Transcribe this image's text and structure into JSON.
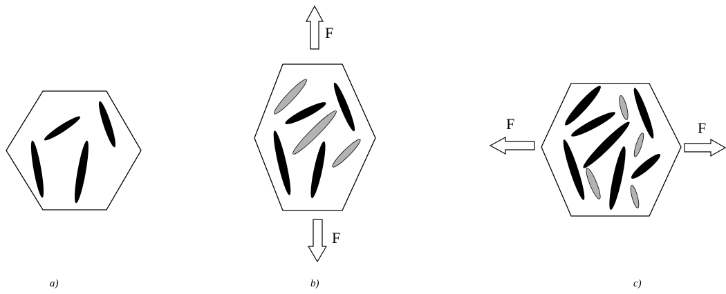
{
  "figure": {
    "panels": [
      {
        "id": "a",
        "caption": "a)",
        "forces": [],
        "crystallites": [
          {
            "type": "dark"
          },
          {
            "type": "dark"
          },
          {
            "type": "dark"
          },
          {
            "type": "dark"
          }
        ]
      },
      {
        "id": "b",
        "caption": "b)",
        "forces": [
          {
            "direction": "up",
            "label": "F"
          },
          {
            "direction": "down",
            "label": "F"
          }
        ],
        "crystallites": [
          {
            "type": "light"
          },
          {
            "type": "dark"
          },
          {
            "type": "dark"
          },
          {
            "type": "light"
          },
          {
            "type": "dark"
          },
          {
            "type": "dark"
          },
          {
            "type": "light"
          }
        ]
      },
      {
        "id": "c",
        "caption": "c)",
        "forces": [
          {
            "direction": "left",
            "label": "F"
          },
          {
            "direction": "right",
            "label": "F"
          }
        ],
        "crystallites": [
          {
            "type": "dark"
          },
          {
            "type": "dark"
          },
          {
            "type": "light"
          },
          {
            "type": "dark"
          },
          {
            "type": "dark"
          },
          {
            "type": "light"
          },
          {
            "type": "dark"
          },
          {
            "type": "dark"
          },
          {
            "type": "dark"
          },
          {
            "type": "light"
          },
          {
            "type": "light"
          }
        ]
      }
    ],
    "colors": {
      "dark_crystallite": "#000000",
      "light_crystallite": "#b3b3b3",
      "outline": "#000000",
      "background": "#ffffff"
    }
  }
}
